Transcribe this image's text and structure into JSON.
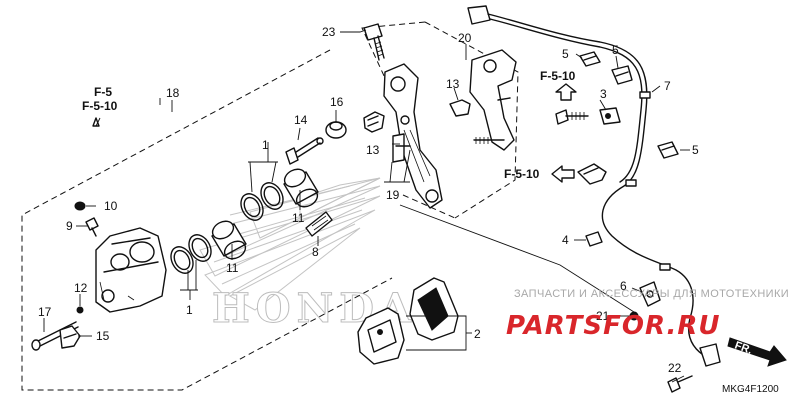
{
  "callouts": {
    "c1a": "1",
    "c1b": "1",
    "c2": "2",
    "c3": "3",
    "c4": "4",
    "c5a": "5",
    "c5b": "5",
    "c5c": "5",
    "c6": "6",
    "c7": "7",
    "c8": "8",
    "c9": "9",
    "c10": "10",
    "c11a": "11",
    "c11b": "11",
    "c12": "12",
    "c13a": "13",
    "c13b": "13",
    "c14": "14",
    "c15": "15",
    "c16": "16",
    "c17": "17",
    "c18": "18",
    "c19": "19",
    "c20": "20",
    "c21": "21",
    "c22": "22",
    "c23": "23"
  },
  "refs": {
    "f5": "F-5",
    "f510_left": "F-5-10",
    "f510_top": "F-5-10",
    "f510_mid": "F-5-10"
  },
  "direction_label": "FR.",
  "diagram_code": "MKG4F1200",
  "watermark": {
    "store_text": "ЗАПЧАСТИ И АКСЕССУАРЫ ДЛЯ МОТОТЕХНИКИ",
    "brand_text": "PARTSFOR.RU",
    "emblem_word": "HONDA"
  }
}
